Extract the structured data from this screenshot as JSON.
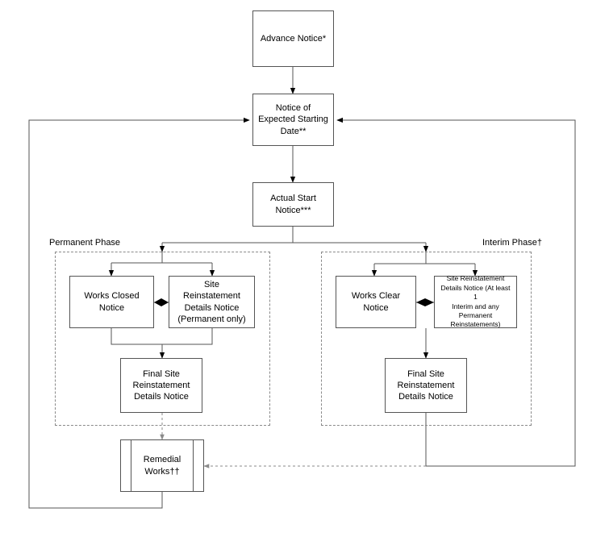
{
  "nodes": {
    "advance": "Advance Notice*",
    "expected_start": "Notice of\nExpected Starting\nDate**",
    "actual_start": "Actual Start\nNotice***",
    "works_closed": "Works Closed\nNotice",
    "site_reinstatement_perm": "Site\nReinstatement\nDetails Notice\n(Permanent only)",
    "final_site_perm": "Final Site\nReinstatement\nDetails Notice",
    "works_clear": "Works Clear\nNotice",
    "site_reinstatement_interim": "Site Reinstatement\nDetails Notice (At least 1\nInterim and any\nPermanent\nReinstatements)",
    "final_site_interim": "Final Site\nReinstatement\nDetails Notice",
    "remedial": "Remedial\nWorks††"
  },
  "phases": {
    "permanent": "Permanent Phase",
    "interim": "Interim Phase†"
  },
  "colors": {
    "line": "#555555",
    "dashed_border": "#8a8a8a",
    "dotted_arrow": "#8a8a8a"
  }
}
